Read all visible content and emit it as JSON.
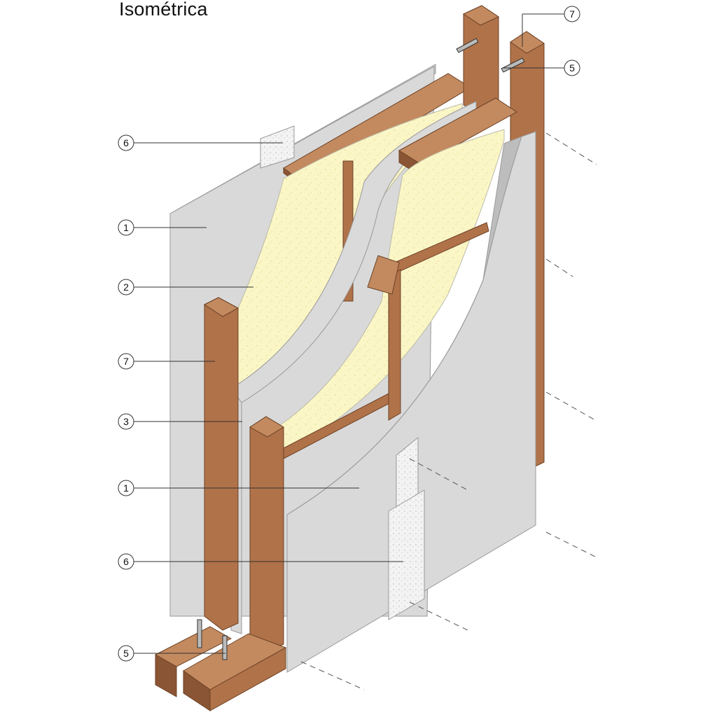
{
  "title": "Isométrica",
  "callouts": [
    {
      "id": "callout-6-top",
      "label": "6"
    },
    {
      "id": "callout-1-upper",
      "label": "1"
    },
    {
      "id": "callout-2",
      "label": "2"
    },
    {
      "id": "callout-7-left",
      "label": "7"
    },
    {
      "id": "callout-3",
      "label": "3"
    },
    {
      "id": "callout-1-lower",
      "label": "1"
    },
    {
      "id": "callout-6-bottom",
      "label": "6"
    },
    {
      "id": "callout-5-bottom",
      "label": "5"
    },
    {
      "id": "callout-7-right",
      "label": "7"
    },
    {
      "id": "callout-5-right",
      "label": "5"
    }
  ],
  "colors": {
    "board": "#d9d9d9",
    "board_edge": "#bdbdbd",
    "wood": "#b07249",
    "wood_dark": "#8a5534",
    "wood_light": "#c38a5f",
    "insulation": "#fbf6c6",
    "joint": "#ececec"
  }
}
